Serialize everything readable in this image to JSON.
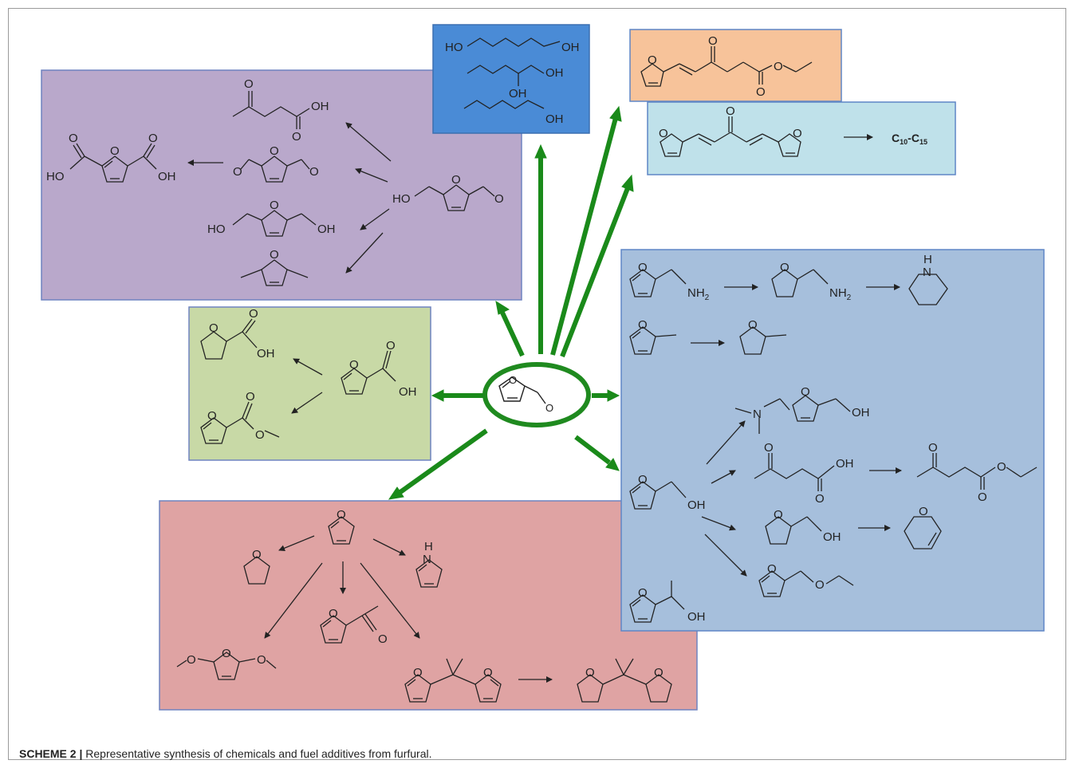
{
  "caption": {
    "lead": "SCHEME 2 |",
    "text": " Representative synthesis of chemicals and fuel additives from furfural."
  },
  "colors": {
    "arrow": "#1a8a1a",
    "ring": "#1f8a1f",
    "purple_box": "#b9a8cb",
    "blue_top_box": "#4a8bd6",
    "orange_box": "#f7c39a",
    "teal_box": "#bfe1ea",
    "green_box": "#c8d9a6",
    "blue_right_box": "#a6bfdc",
    "red_box": "#dfa3a3",
    "structure_line": "#222222"
  },
  "labels": {
    "ho": "HO",
    "oh": "OH",
    "o": "O",
    "n": "N",
    "h": "H",
    "nh2": "NH",
    "two": "2",
    "c10c15": "C10-C15",
    "c_main": "C",
    "sub10": "10",
    "dash": "-",
    "sub15": "15"
  }
}
